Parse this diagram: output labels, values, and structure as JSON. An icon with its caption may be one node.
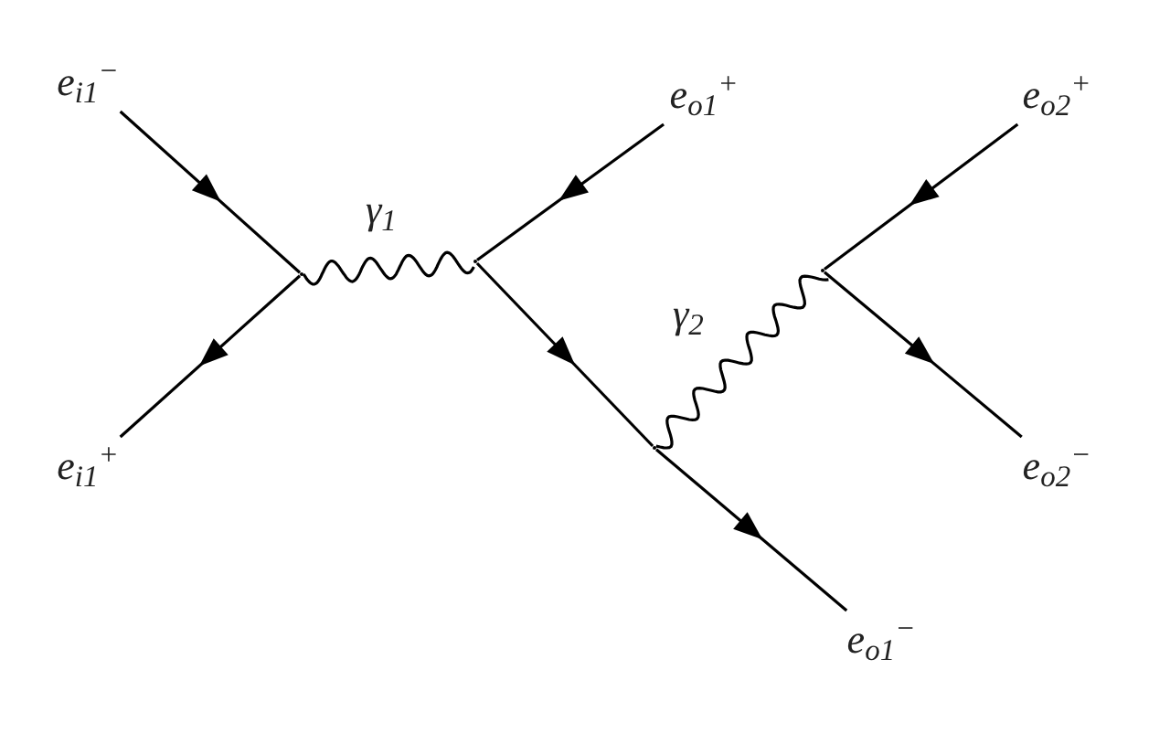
{
  "diagram": {
    "nodes": [
      {
        "text": [
          "e$_{i1}$$^{−}$"
        ]
      },
      {
        "text": [
          "e$_{o1}$$^{+}$"
        ]
      },
      {
        "text": [
          "e$_{o2}$$^{+}$"
        ]
      },
      {
        "text": [],
        "shape": "vertex"
      },
      {
        "text": [],
        "shape": "vertex"
      },
      {
        "text": [],
        "shape": "vertex"
      },
      {
        "text": [],
        "shape": "vertex"
      },
      {
        "text": [
          "e$_{i1}$$^{+}$"
        ]
      },
      {
        "text": [
          "e$_{o2}$$^{−}$"
        ]
      },
      {
        "text": [
          "e$_{o1}$$^{−}$"
        ]
      }
    ],
    "edges": [
      {
        "from": 0,
        "to": 3,
        "arrow": "to"
      },
      {
        "from": 3,
        "to": 7,
        "arrow": "to"
      },
      {
        "from": 1,
        "to": 4,
        "arrow": "to"
      },
      {
        "from": 4,
        "to": 6,
        "arrow": "to"
      },
      {
        "from": 6,
        "to": 9,
        "arrow": "to"
      },
      {
        "from": 2,
        "to": 5,
        "arrow": "to"
      },
      {
        "from": 5,
        "to": 8,
        "arrow": "to"
      },
      {
        "from": 3,
        "to": 4,
        "arrow": "none",
        "label": "γ$_{1}$"
      },
      {
        "from": 6,
        "to": 5,
        "arrow": "none",
        "label": "γ$_{2}$"
      }
    ]
  }
}
